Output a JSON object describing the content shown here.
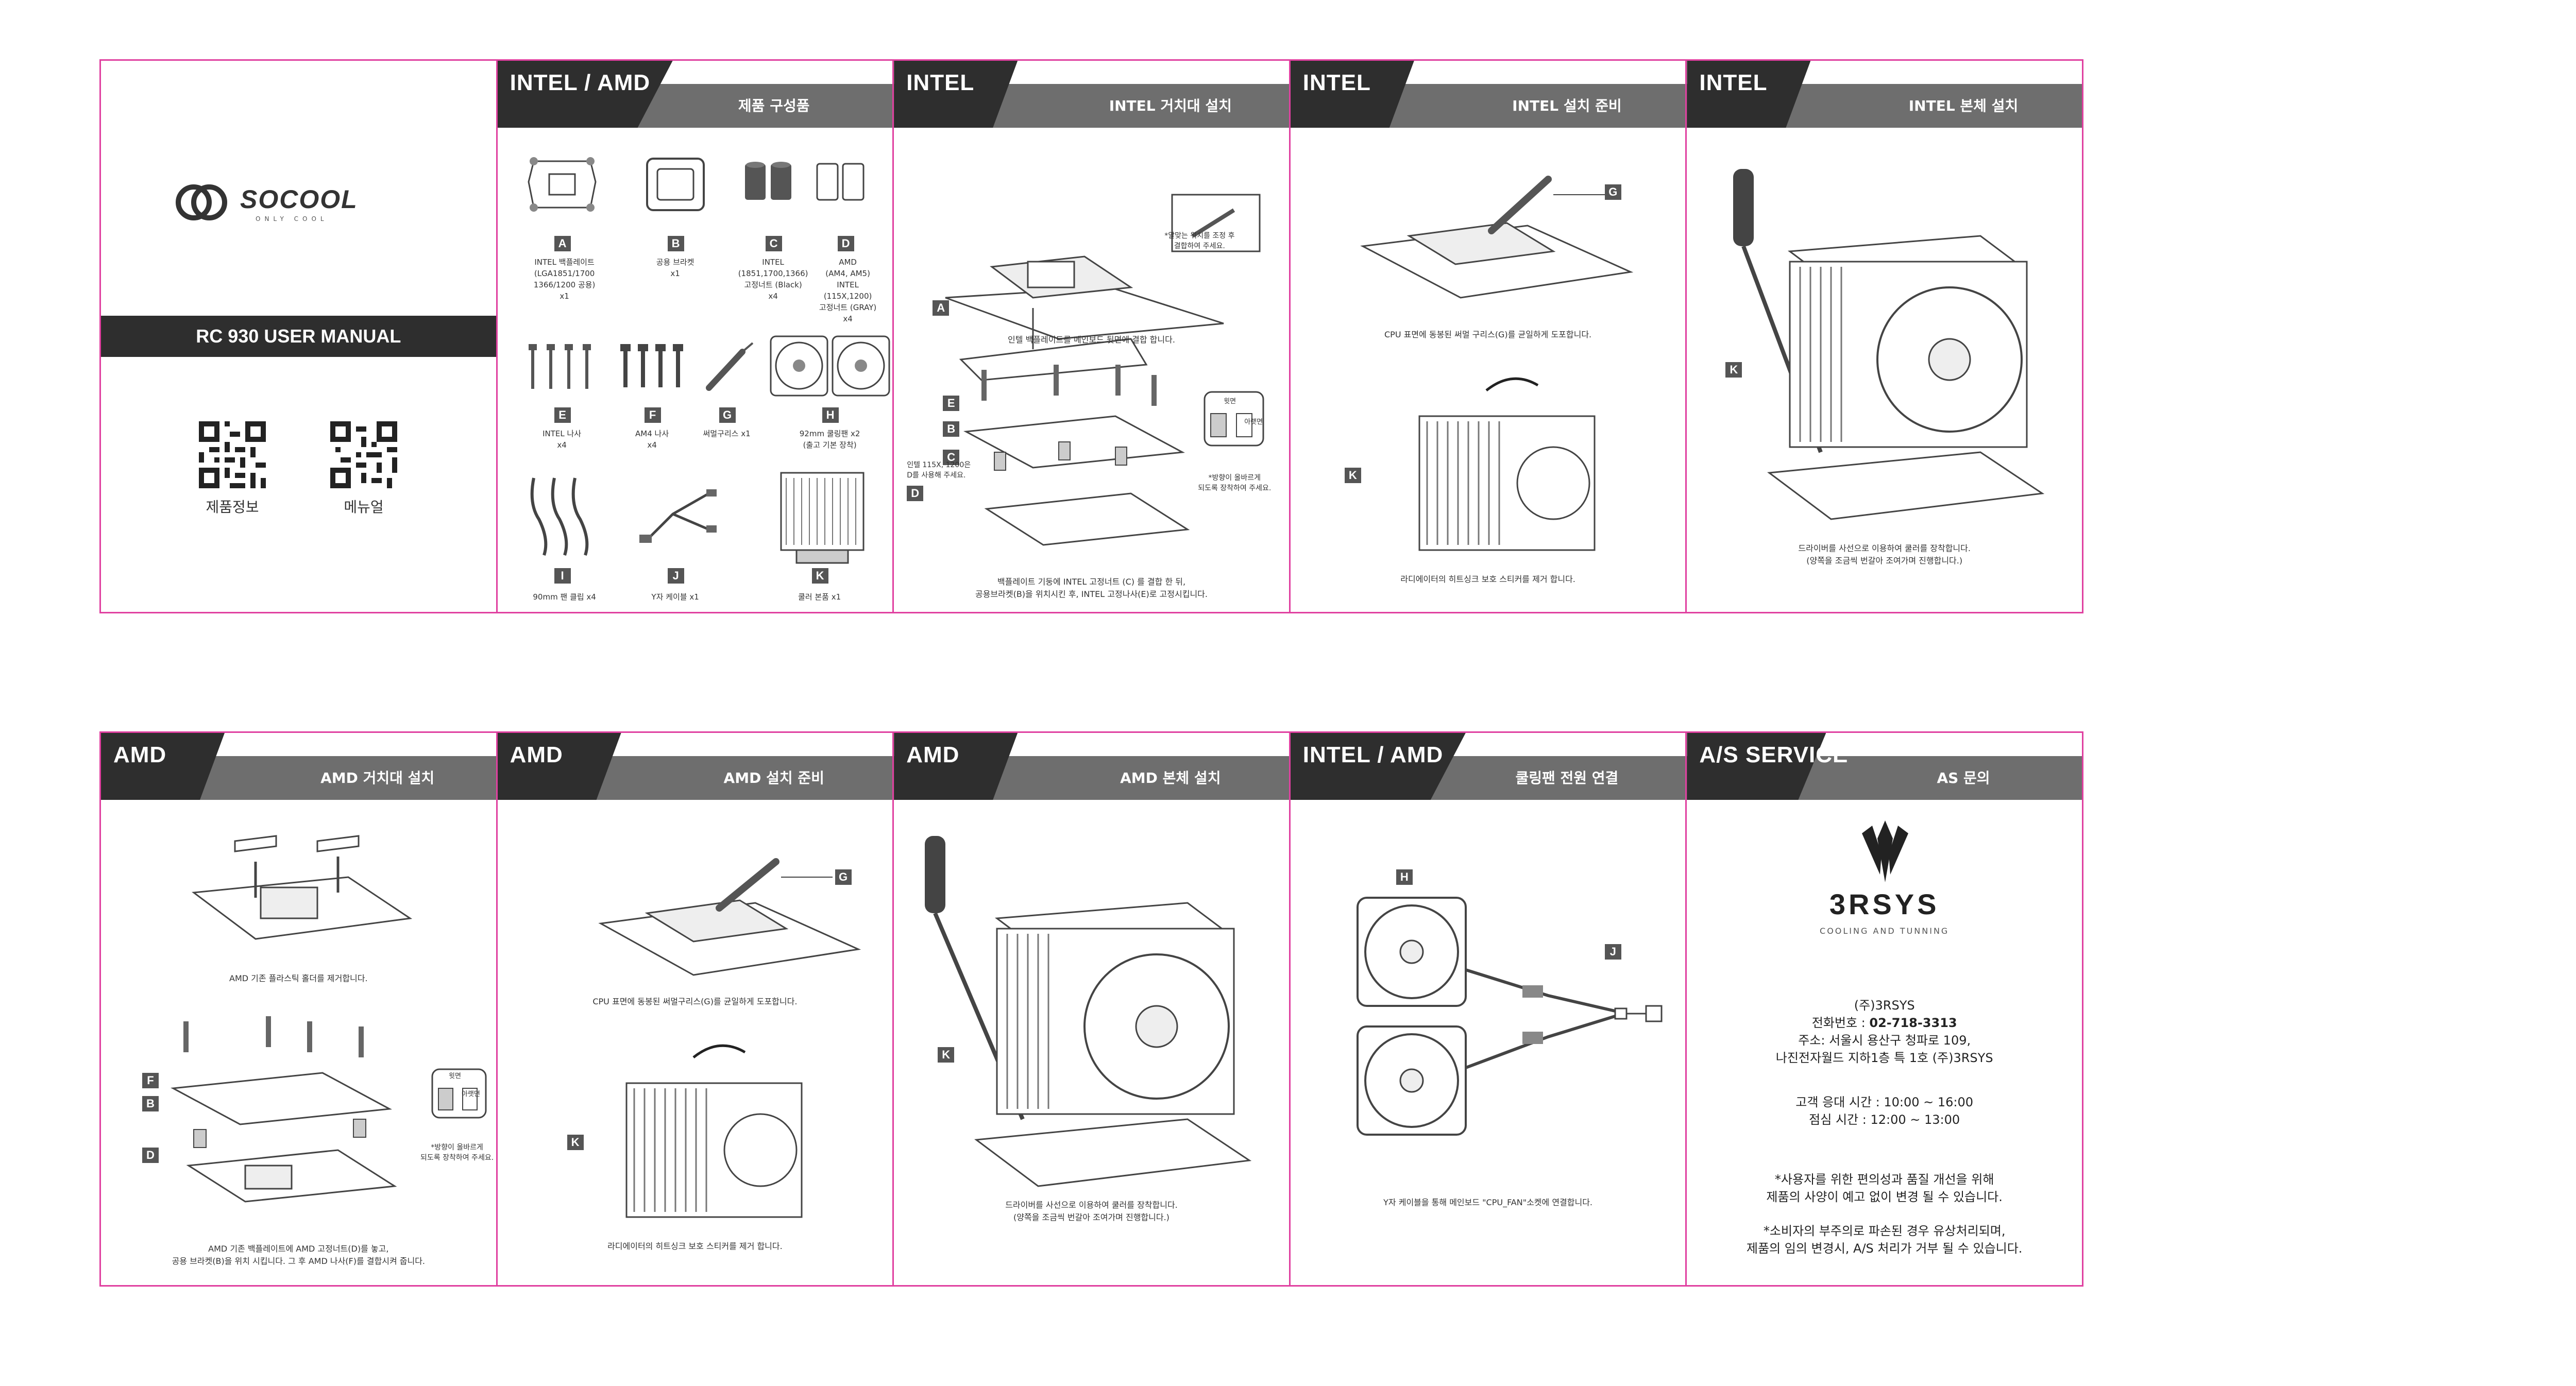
{
  "cover": {
    "brand": "SOCOOL",
    "tagline": "ONLY COOL",
    "manual_title": "RC 930 USER MANUAL",
    "qr_labels": [
      "제품정보",
      "메뉴얼"
    ]
  },
  "panels_top": [
    {
      "tag": "INTEL / AMD",
      "title": "제품 구성품"
    },
    {
      "tag": "INTEL",
      "title": "INTEL 거치대 설치"
    },
    {
      "tag": "INTEL",
      "title": "INTEL 설치 준비"
    },
    {
      "tag": "INTEL",
      "title": "INTEL 본체 설치"
    }
  ],
  "panels_bottom": [
    {
      "tag": "AMD",
      "title": "AMD 거치대 설치"
    },
    {
      "tag": "AMD",
      "title": "AMD 설치 준비"
    },
    {
      "tag": "AMD",
      "title": "AMD 본체 설치"
    },
    {
      "tag": "INTEL / AMD",
      "title": "쿨링팬 전원 연결"
    },
    {
      "tag": "A/S SERVICE",
      "title": "AS 문의"
    }
  ],
  "components": {
    "A": "INTEL 백플레이트\n(LGA1851/1700\n1366/1200 공용)\nx1",
    "B": "공용 브라켓\nx1",
    "C": "INTEL\n(1851,1700,1366)\n고정너트 (Black)\nx4",
    "D": "AMD\n(AM4, AM5)\nINTEL\n(115X,1200)\n고정너트 (GRAY)\nx4",
    "E": "INTEL 나사\nx4",
    "F": "AM4 나사\nx4",
    "G": "써멀구리스 x1",
    "H": "92mm 쿨링팬 x2\n(출고 기본 장착)",
    "I": "90mm 팬 클립 x4",
    "J": "Y자 케이블 x1",
    "K": "쿨러 본품 x1"
  },
  "intel_bracket": {
    "note_top": "*알맞는 위치를 조정 후\n결합하여 주세요.",
    "cap1": "인텔 백플레이트를 메인보드 뒷면에 결합 합니다.",
    "side_note": "인텔 115X, 1200은\nD를 사용해 주세요.",
    "nut_top": "윗면",
    "nut_bottom": "아랫면",
    "nut_note": "*방향이 올바르게\n되도록 장착하여 주세요.",
    "cap2": "백플레이트 기둥에 INTEL 고정너트 (C) 를 결합 한 뒤,\n공용브라켓(B)을 위치시킨 후, INTEL 고정나사(E)로 고정시킵니다."
  },
  "intel_prep": {
    "cap1": "CPU 표면에 동봉된 써멀 구리스(G)를 균일하게 도포합니다.",
    "cap2": "라디에이터의 히트싱크 보호 스티커를 제거 합니다."
  },
  "intel_main": {
    "cap": "드라이버를 사선으로 이용하여 쿨러를 장착합니다.\n(양쪽을 조금씩 번갈아 조여가며 진행합니다.)"
  },
  "amd_bracket": {
    "cap1": "AMD 기존 플라스틱 홀더를 제거합니다.",
    "nut_top": "윗면",
    "nut_bottom": "아랫면",
    "nut_note": "*방향이 올바르게\n되도록 장착하여 주세요.",
    "cap2": "AMD 기존 백플레이트에 AMD 고정너트(D)를 놓고,\n공용 브라켓(B)을 위치 시킵니다. 그 후 AMD 나사(F)를 결합시켜 줍니다."
  },
  "amd_prep": {
    "cap1": "CPU 표면에 동봉된 써멀구리스(G)를 균일하게 도포합니다.",
    "cap2": "라디에이터의 히트싱크 보호 스티커를 제거 합니다."
  },
  "amd_main": {
    "cap": "드라이버를 사선으로 이용하여 쿨러를 장착합니다.\n(양쪽을 조금씩 번갈아 조여가며 진행합니다.)"
  },
  "fan_power": {
    "cap": "Y자 케이블을 통해 메인보드 \"CPU_FAN\"소켓에 연결합니다."
  },
  "as": {
    "brand": "3RSYS",
    "sub": "COOLING AND TUNNING",
    "company": "(주)3RSYS",
    "phone_label": "전화번호 : ",
    "phone": "02-718-3313",
    "address1": "주소: 서울시 용산구 청파로 109,",
    "address2": "나진전자월드 지하1층 특 1호 (주)3RSYS",
    "hours1": "고객 응대 시간 : 10:00 ~ 16:00",
    "hours2": "점심 시간 : 12:00 ~ 13:00",
    "note1a": "*사용자를 위한 편의성과 품질 개선을 위해",
    "note1b": "제품의 사양이 예고 없이 변경 될 수 있습니다.",
    "note2a": "*소비자의 부주의로 파손된 경우 유상처리되며,",
    "note2b": "제품의 임의 변경시, A/S 처리가 거부 될 수 있습니다."
  }
}
